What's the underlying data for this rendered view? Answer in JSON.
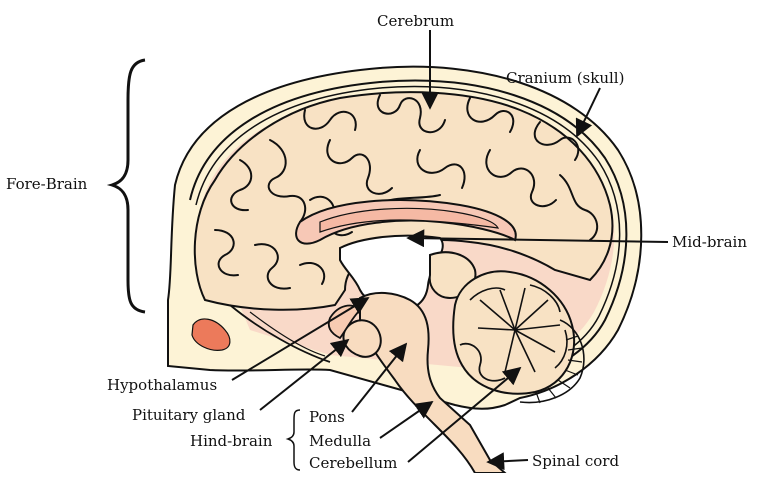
{
  "labels": {
    "cerebrum": "Cerebrum",
    "cranium": "Cranium (skull)",
    "fore_brain": "Fore-Brain",
    "mid_brain": "Mid-brain",
    "hypothalamus": "Hypothalamus",
    "pituitary": "Pituitary gland",
    "hind_brain": "Hind-brain",
    "pons": "Pons",
    "medulla": "Medulla",
    "cerebellum": "Cerebellum",
    "spinal_cord": "Spinal cord"
  },
  "colors": {
    "brain_fill": "#f8e2c4",
    "skull_fill": "#fdf3d6",
    "inner_pink": "#f9d2c2",
    "corpus": "#f7c8b6",
    "eye": "#ec7a5b",
    "outline": "#111111"
  }
}
